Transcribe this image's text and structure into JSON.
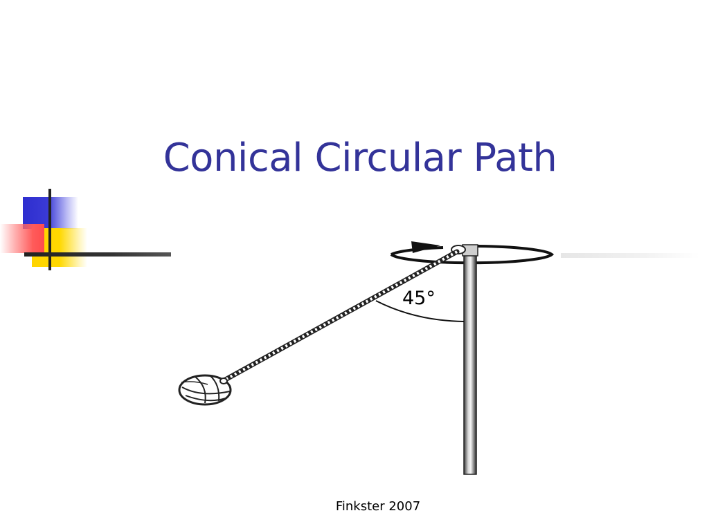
{
  "slide": {
    "title": "Conical Circular Path",
    "footer": "Finkster 2007"
  },
  "diagram": {
    "angle_label": "45°",
    "angle_degrees": 45
  },
  "colors": {
    "title": "#333399",
    "accent_blue": "#2e2ecf",
    "accent_yellow": "#ffd400",
    "accent_red": "#ff4d4d"
  },
  "icons": {
    "decoration": "corner-squares-decoration",
    "pole": "pole-icon",
    "ball": "volleyball-icon",
    "rope": "rope-icon",
    "rotation": "rotation-arrow-icon"
  }
}
